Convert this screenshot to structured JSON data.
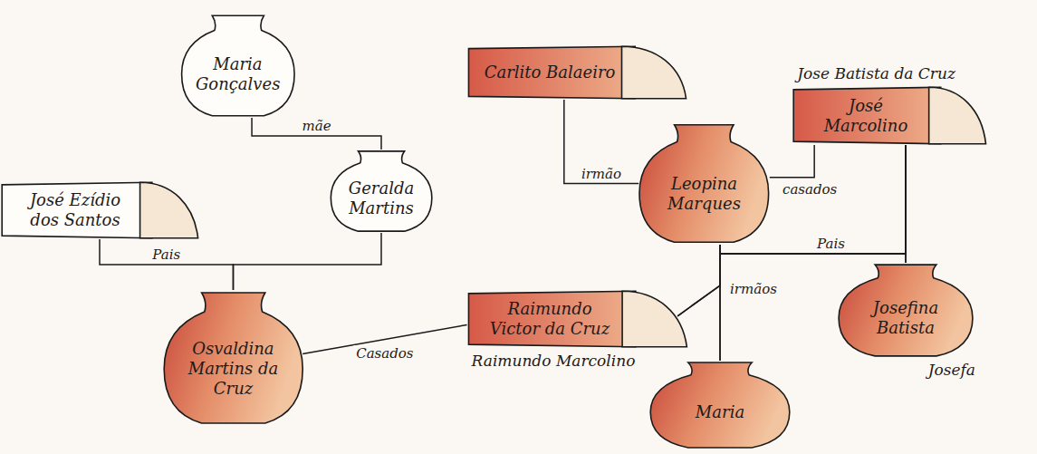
{
  "diagram": {
    "nodes": [
      {
        "text": [
          "Maria Gonçalves"
        ]
      },
      {
        "text": [
          "Carlito Balaeiro"
        ]
      },
      {
        "text": [
          "José Marcolino",
          "Jose Batista da Cruz"
        ]
      },
      {
        "text": [
          "Leopina Marques"
        ]
      },
      {
        "text": [
          "Geralda Martins"
        ]
      },
      {
        "text": [
          "José Ezídio dos Santos"
        ]
      },
      {
        "text": [
          "Josefina Batista",
          "Josefa"
        ]
      },
      {
        "text": [
          "Osvaldina Martins da Cruz"
        ]
      },
      {
        "text": [
          "Raimundo Victor da Cruz",
          "Raimundo Marcolino"
        ]
      },
      {
        "text": [
          "Maria"
        ]
      }
    ],
    "edges": [
      {
        "from": 0,
        "to": 4,
        "label": "mãe",
        "arrow": "none"
      },
      {
        "from": 1,
        "to": 3,
        "label": "irmão",
        "arrow": "none"
      },
      {
        "from": 3,
        "to": 2,
        "label": "casados",
        "arrow": "none"
      },
      {
        "from": 5,
        "to": 7,
        "label": "Pais",
        "arrow": "none"
      },
      {
        "from": 4,
        "to": 7,
        "arrow": "none"
      },
      {
        "from": 7,
        "to": 8,
        "label": "Casados",
        "arrow": "none"
      },
      {
        "from": 3,
        "to": 8,
        "arrow": "none"
      },
      {
        "from": 3,
        "to": 6,
        "arrow": "none"
      },
      {
        "from": 3,
        "to": 9,
        "arrow": "none"
      },
      {
        "from": 2,
        "to": 8,
        "arrow": "none"
      },
      {
        "from": 2,
        "to": 6,
        "label": "Pais",
        "arrow": "none"
      },
      {
        "from": 2,
        "to": 9,
        "arrow": "none"
      }
    ],
    "labels": [
      "irmãos"
    ]
  }
}
